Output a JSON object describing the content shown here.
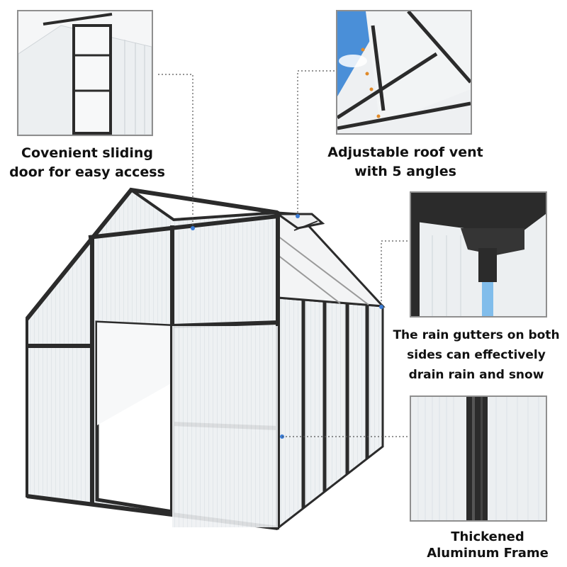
{
  "callouts": {
    "door": {
      "line1": "Covenient sliding",
      "line2": "door for easy access"
    },
    "vent": {
      "line1": "Adjustable roof vent",
      "line2": "with 5 angles"
    },
    "gutter": {
      "line1": "The rain gutters on both",
      "line2": "sides can effectively",
      "line3": "drain rain and snow"
    },
    "frame": {
      "line1": "Thickened",
      "line2": "Aluminum Frame"
    }
  },
  "colors": {
    "frame": "#2b2b2b",
    "panel_fill": "#e9ecee",
    "panel_border": "#8f8f8f",
    "sky": "#4a8fd8",
    "water": "#6fb4ea"
  }
}
